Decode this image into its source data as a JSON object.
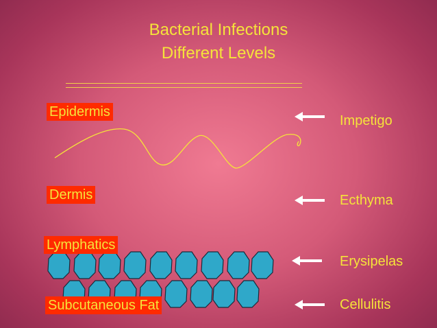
{
  "slide": {
    "title_line1": "Bacterial Infections",
    "title_line2": "Different Levels"
  },
  "layers": [
    {
      "label": "Epidermis",
      "disease": "Impetigo"
    },
    {
      "label": "Dermis",
      "disease": "Ecthyma"
    },
    {
      "label": "Lymphatics",
      "disease": "Erysipelas"
    },
    {
      "label": "Subcutaneous Fat",
      "disease": "Cellulitis"
    }
  ],
  "colors": {
    "background": "#d45a78",
    "text": "#f5e33a",
    "label_bg": "#ff2a00",
    "fat_cell": "#2fa8c9",
    "arrow": "#ffffff"
  }
}
